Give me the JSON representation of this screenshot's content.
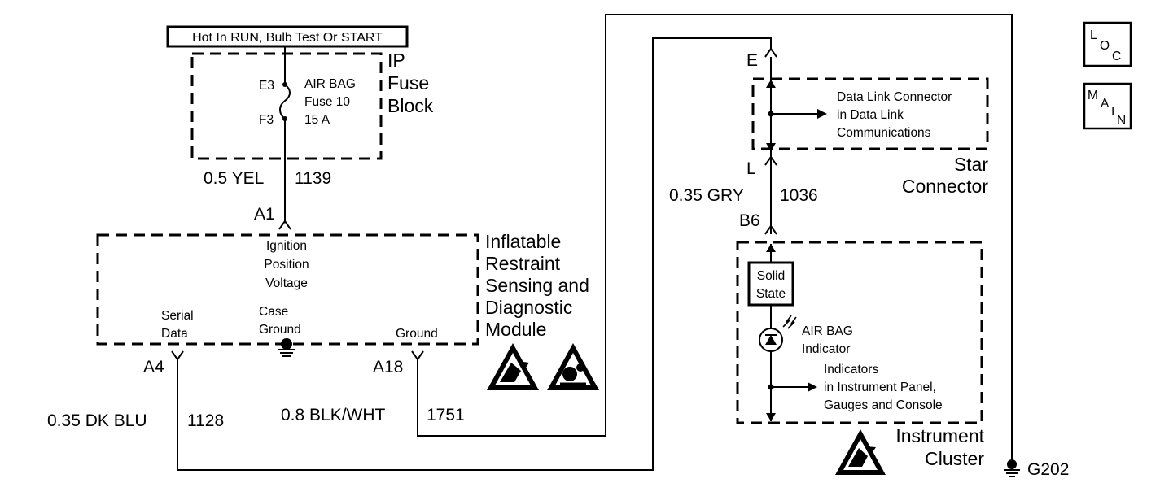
{
  "power_source": "Hot In RUN, Bulb Test Or START",
  "fuse_block": {
    "title_line1": "IP",
    "title_line2": "Fuse",
    "title_line3": "Block",
    "term_top": "E3",
    "term_bottom": "F3",
    "fuse_line1": "AIR BAG",
    "fuse_line2": "Fuse 10",
    "fuse_line3": "15 A"
  },
  "wires": {
    "w1_color": "0.5 YEL",
    "w1_circuit": "1139",
    "w2_color": "0.35 DK BLU",
    "w2_circuit": "1128",
    "w3_color": "0.8 BLK/WHT",
    "w3_circuit": "1751",
    "w4_color": "0.35 GRY",
    "w4_circuit": "1036"
  },
  "sdm": {
    "name_line1": "Inflatable",
    "name_line2": "Restraint",
    "name_line3": "Sensing and",
    "name_line4": "Diagnostic",
    "name_line5": "Module",
    "pin_a1": "A1",
    "pin_a4": "A4",
    "pin_a18": "A18",
    "ign_line1": "Ignition",
    "ign_line2": "Position",
    "ign_line3": "Voltage",
    "serial_line1": "Serial",
    "serial_line2": "Data",
    "case_line1": "Case",
    "case_line2": "Ground",
    "ground": "Ground"
  },
  "star_connector": {
    "name_line1": "Star",
    "name_line2": "Connector",
    "pin_e": "E",
    "pin_l": "L",
    "dlc_line1": "Data Link Connector",
    "dlc_line2": "in Data Link",
    "dlc_line3": "Communications"
  },
  "instrument_cluster": {
    "name_line1": "Instrument",
    "name_line2": "Cluster",
    "pin_b6": "B6",
    "solid_line1": "Solid",
    "solid_line2": "State",
    "lamp_line1": "AIR BAG",
    "lamp_line2": "Indicator",
    "ind_line1": "Indicators",
    "ind_line2": "in Instrument Panel,",
    "ind_line3": "Gauges and Console"
  },
  "ground_point": "G202",
  "nav": {
    "loc_l": "L",
    "loc_o": "O",
    "loc_c": "C",
    "main_m": "M",
    "main_a": "A",
    "main_i": "I",
    "main_n": "N"
  }
}
